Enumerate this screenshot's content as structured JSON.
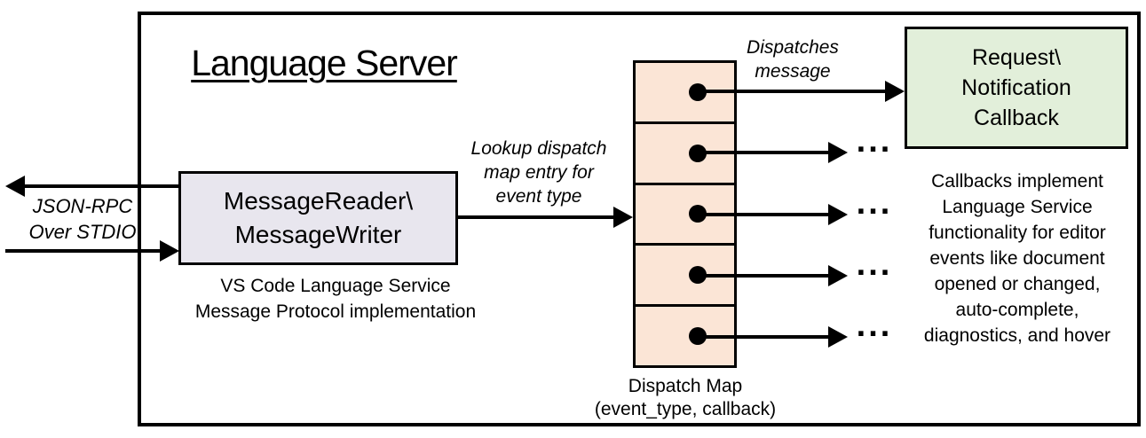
{
  "title": "Language Server",
  "io_label": "JSON-RPC\nOver STDIO",
  "message_box": {
    "label": "MessageReader\\\nMessageWriter",
    "caption": "VS Code Language Service\nMessage Protocol implementation"
  },
  "lookup_label": "Lookup dispatch\nmap entry for\nevent type",
  "dispatches_label": "Dispatches\nmessage",
  "dispatch_map": {
    "entry_count": 5,
    "caption": "Dispatch Map\n(event_type, callback)"
  },
  "callback_box": {
    "label": "Request\\\nNotification\nCallback"
  },
  "callbacks_note": "Callbacks implement\nLanguage Service\nfunctionality for editor\nevents like document\nopened or changed,\nauto-complete,\ndiagnostics, and hover",
  "ellipsis": "...",
  "colors": {
    "message_box_fill": "#e8e6ee",
    "dispatch_cell_fill": "#fbe5d6",
    "callback_box_fill": "#e2efda",
    "border": "#000000"
  }
}
